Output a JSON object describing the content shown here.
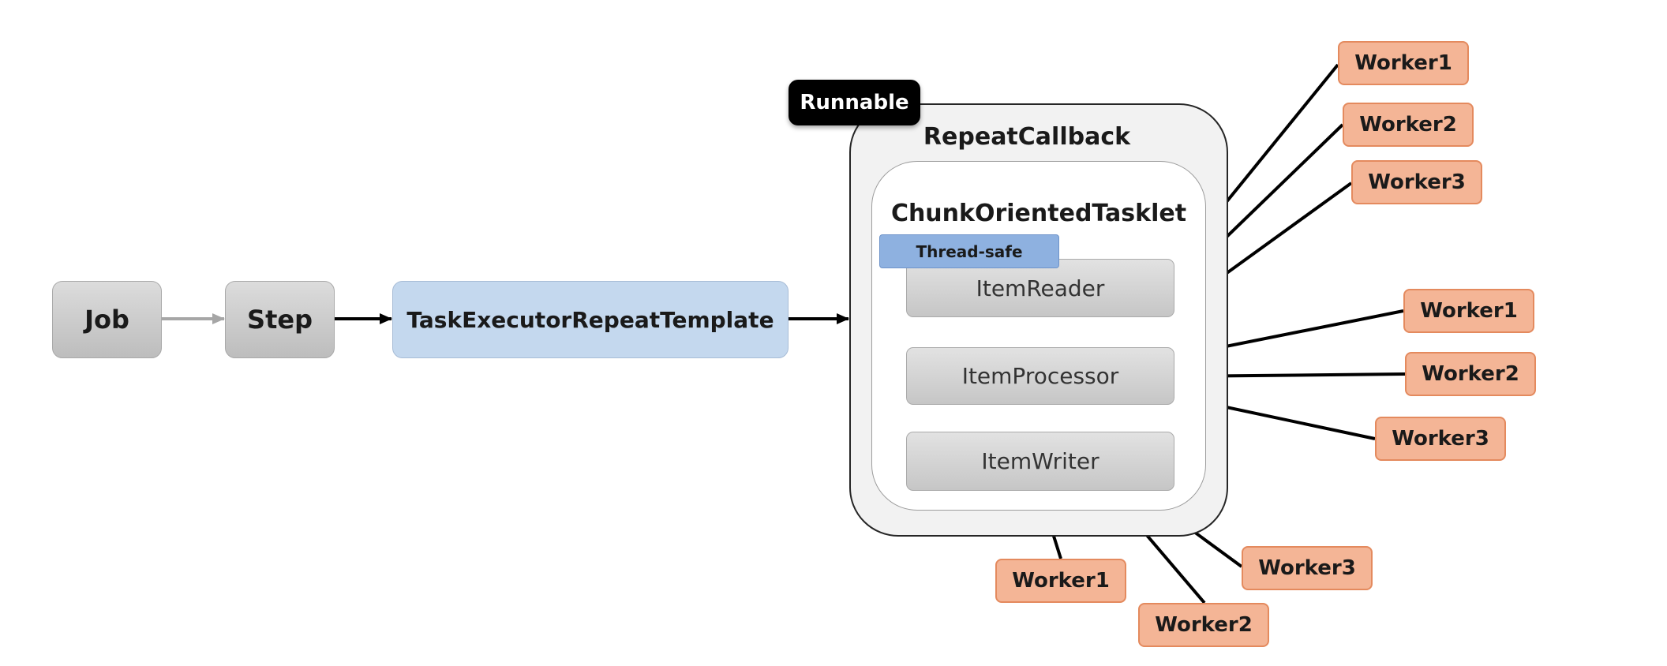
{
  "flow": {
    "job": "Job",
    "step": "Step",
    "template": "TaskExecutorRepeatTemplate"
  },
  "runnable_label": "Runnable",
  "repeat_callback": {
    "title": "RepeatCallback",
    "tasklet": {
      "title": "ChunkOrientedTasklet",
      "thread_safe_label": "Thread-safe",
      "components": {
        "reader": "ItemReader",
        "processor": "ItemProcessor",
        "writer": "ItemWriter"
      }
    }
  },
  "workers": {
    "reader_group": [
      "Worker1",
      "Worker2",
      "Worker3"
    ],
    "processor_group": [
      "Worker1",
      "Worker2",
      "Worker3"
    ],
    "writer_group": [
      "Worker1",
      "Worker2",
      "Worker3"
    ]
  },
  "colors": {
    "worker_fill": "#f4b596",
    "worker_border": "#e48a5e",
    "template_fill": "#c4d8ee",
    "thread_safe_fill": "#8eb1e0",
    "runnable_fill": "#000000",
    "panel_fill": "#f2f2f2"
  }
}
